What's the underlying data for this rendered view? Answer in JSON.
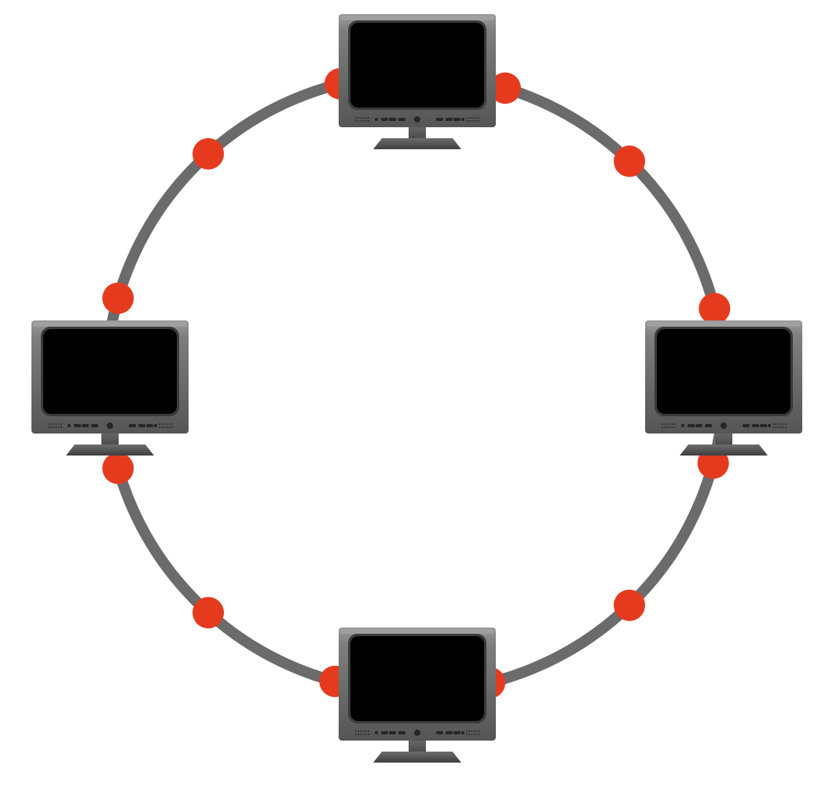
{
  "diagram": {
    "topology": "ring",
    "colors": {
      "background": "#ffffff",
      "ring": "#6b6b6b",
      "node_dot": "#e53a1e",
      "monitor_frame_light": "#8a8a8a",
      "monitor_frame_dark": "#4e4e4e",
      "screen": "#000000"
    },
    "computers": [
      {
        "name": "computer-top",
        "icon": "monitor-icon"
      },
      {
        "name": "computer-right",
        "icon": "monitor-icon"
      },
      {
        "name": "computer-bottom",
        "icon": "monitor-icon"
      },
      {
        "name": "computer-left",
        "icon": "monitor-icon"
      }
    ],
    "connection_points": 12
  }
}
